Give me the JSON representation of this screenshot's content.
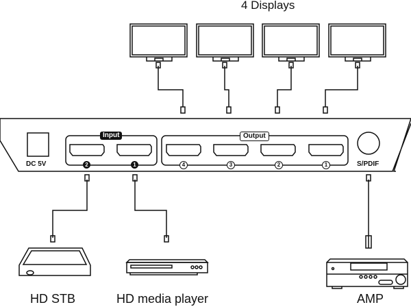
{
  "diagram": {
    "title": "4 Displays",
    "device": {
      "power_label": "DC 5V",
      "input_group_label": "Input",
      "output_group_label": "Output",
      "audio_port_label": "S/PDIF",
      "input_ports": [
        "2",
        "1"
      ],
      "output_ports": [
        "4",
        "3",
        "2",
        "1"
      ]
    },
    "sources": [
      {
        "name": "HD STB",
        "icon": "set-top-box-icon"
      },
      {
        "name": "HD media player",
        "icon": "media-player-icon"
      }
    ],
    "audio_sink": {
      "name": "AMP",
      "icon": "amplifier-icon"
    },
    "displays_count": 4,
    "colors": {
      "line": "#111111",
      "background": "#ffffff"
    }
  }
}
